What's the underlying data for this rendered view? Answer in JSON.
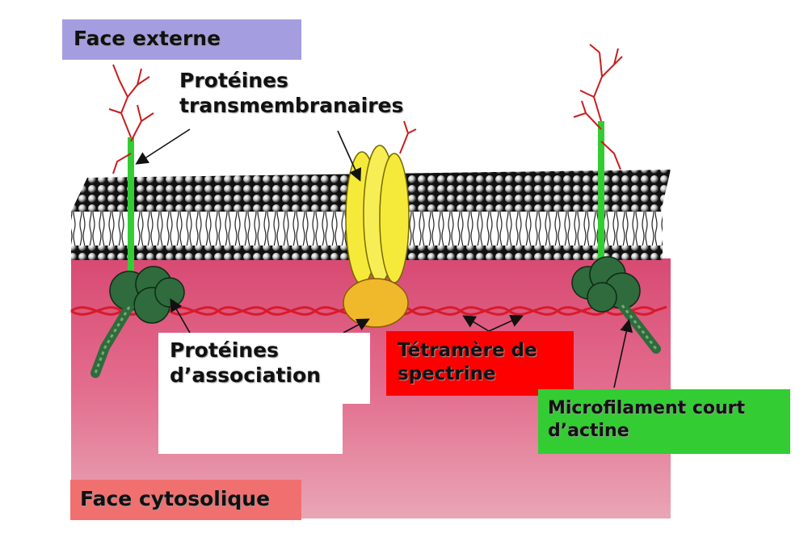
{
  "labels": {
    "face_externe": "Face externe",
    "proteines_transmembranaires": [
      "Protéines",
      "transmembranaires"
    ],
    "proteines_association": [
      "Protéines",
      "d’association"
    ],
    "tetramere_spectrine": [
      "Tétramère de",
      "spectrine"
    ],
    "microfilament_actine": [
      "Microfilament court",
      "d’actine"
    ],
    "face_cytosolique": "Face cytosolique"
  },
  "colors": {
    "face_externe_bg": "#a49ee0",
    "cytosol_pink": "#e25a7e",
    "spectrine_bg": "#ff0000",
    "microfilament_bg": "#33cc33",
    "face_cytosolique_bg": "#f07070",
    "transmembrane_green": "#33cc33",
    "glycan_red": "#c81e1e",
    "band3_yellow": "#f5ea3a",
    "association_dark_green": "#2f6b3c"
  }
}
